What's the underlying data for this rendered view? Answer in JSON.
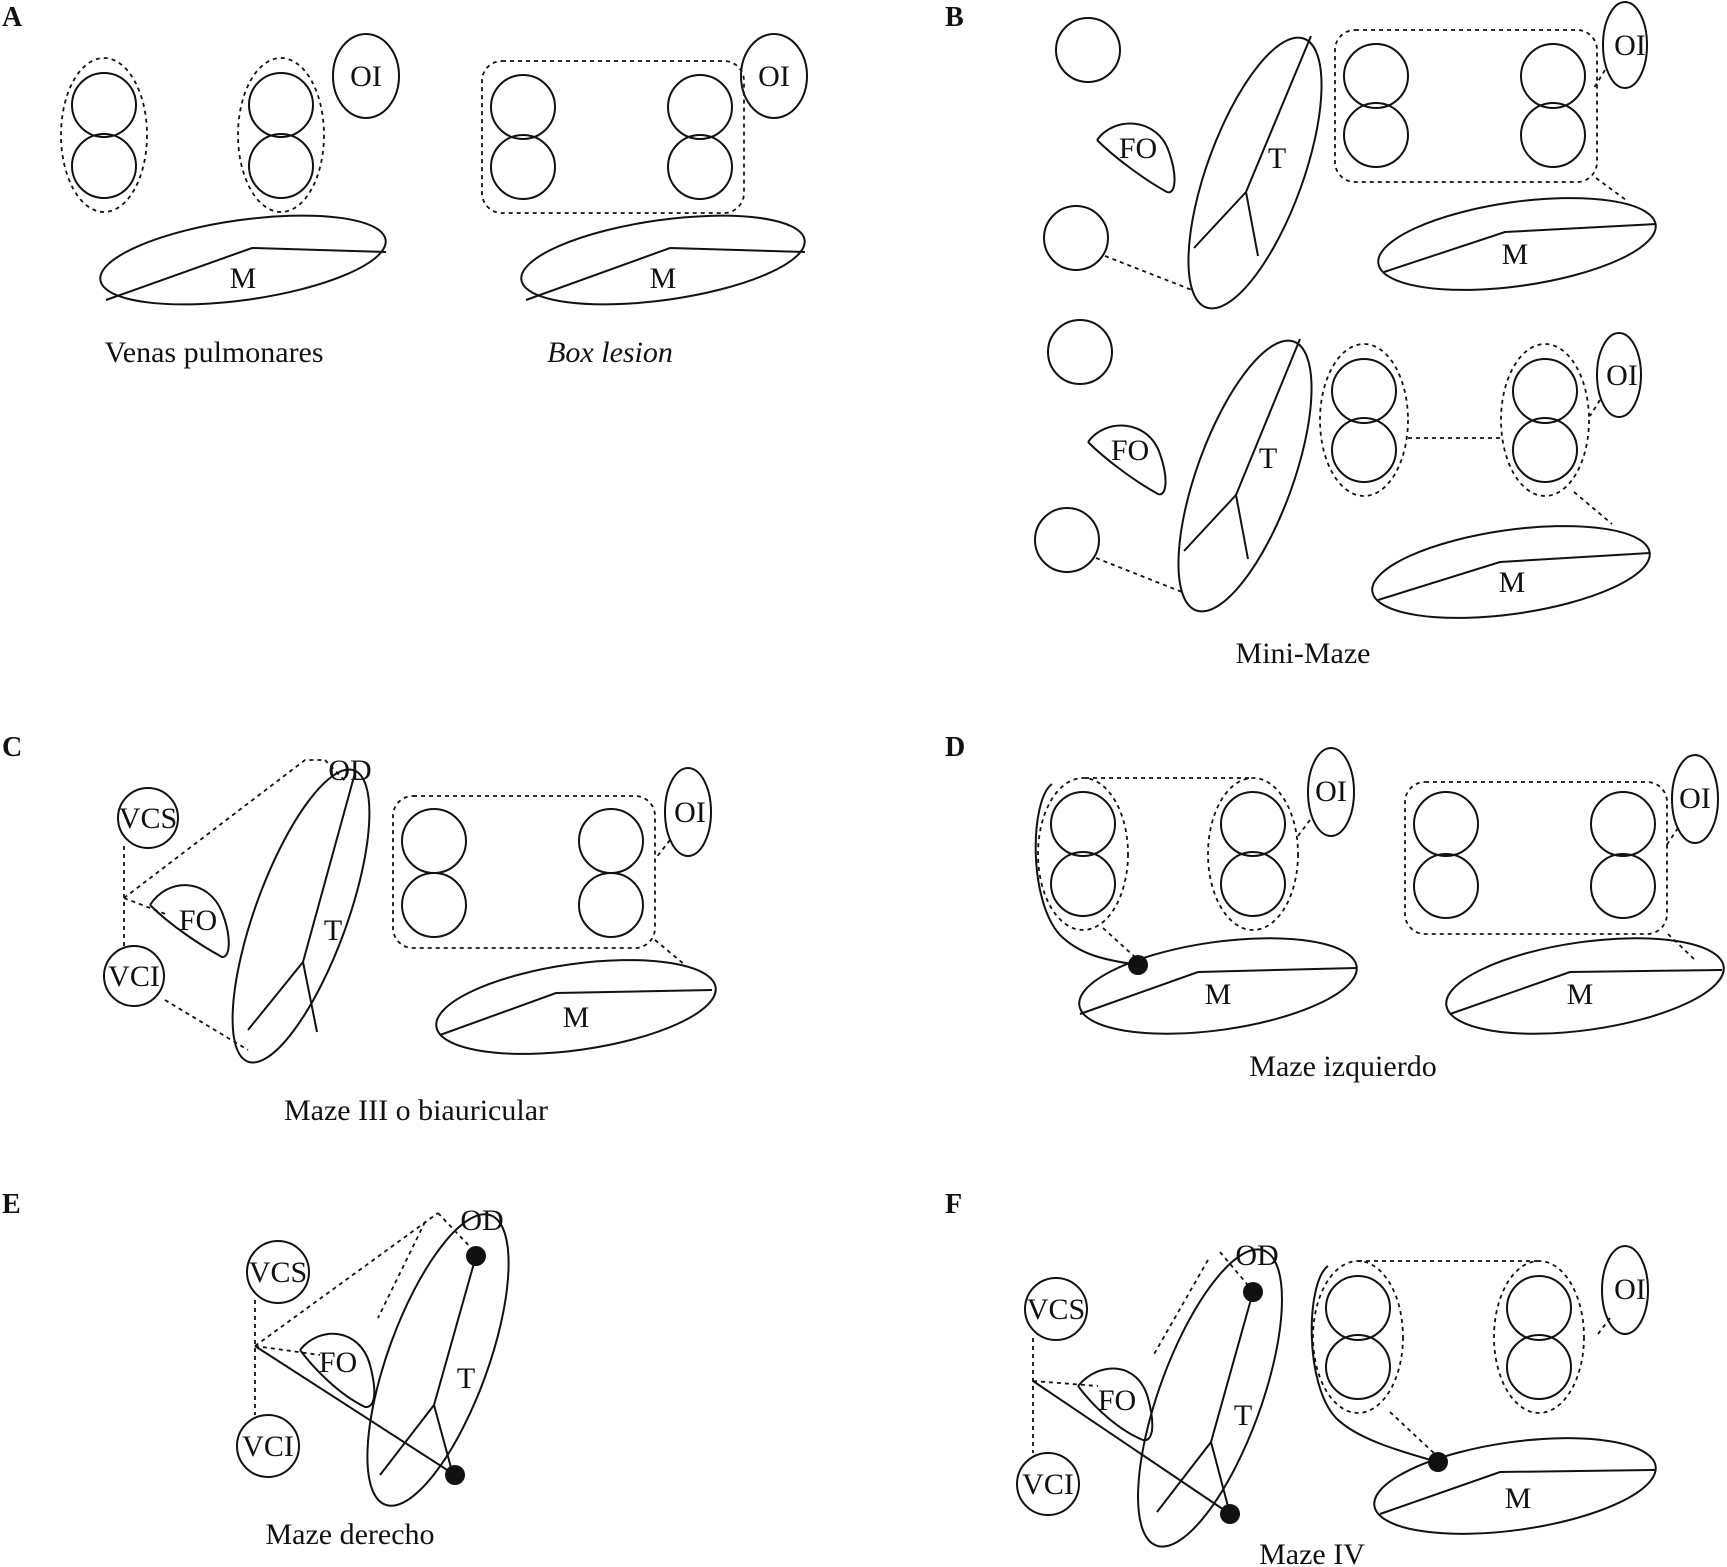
{
  "panels": {
    "A": {
      "letter": "A",
      "caption_left": "Venas pulmonares",
      "caption_right": "Box lesion"
    },
    "B": {
      "letter": "B",
      "caption": "Mini-Maze"
    },
    "C": {
      "letter": "C",
      "caption": "Maze III o biauricular"
    },
    "D": {
      "letter": "D",
      "caption": "Maze izquierdo"
    },
    "E": {
      "letter": "E",
      "caption": "Maze derecho"
    },
    "F": {
      "letter": "F",
      "caption": "Maze IV"
    }
  },
  "labels": {
    "mitral": "M",
    "tricuspid": "T",
    "left_appendage": "OI",
    "right_appendage": "OD",
    "fossa_ovalis": "FO",
    "svc": "VCS",
    "ivc": "VCI"
  }
}
